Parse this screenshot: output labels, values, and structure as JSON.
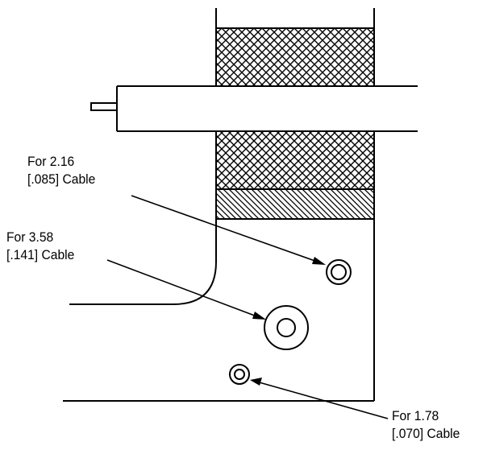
{
  "callouts": [
    {
      "line1": "For  2.16",
      "line2": "[.085] Cable"
    },
    {
      "line1": "For  3.58",
      "line2": "[.141] Cable"
    },
    {
      "line1": "For  1.78",
      "line2": "[.070] Cable"
    }
  ],
  "colors": {
    "stroke": "#000000",
    "background": "#ffffff"
  }
}
